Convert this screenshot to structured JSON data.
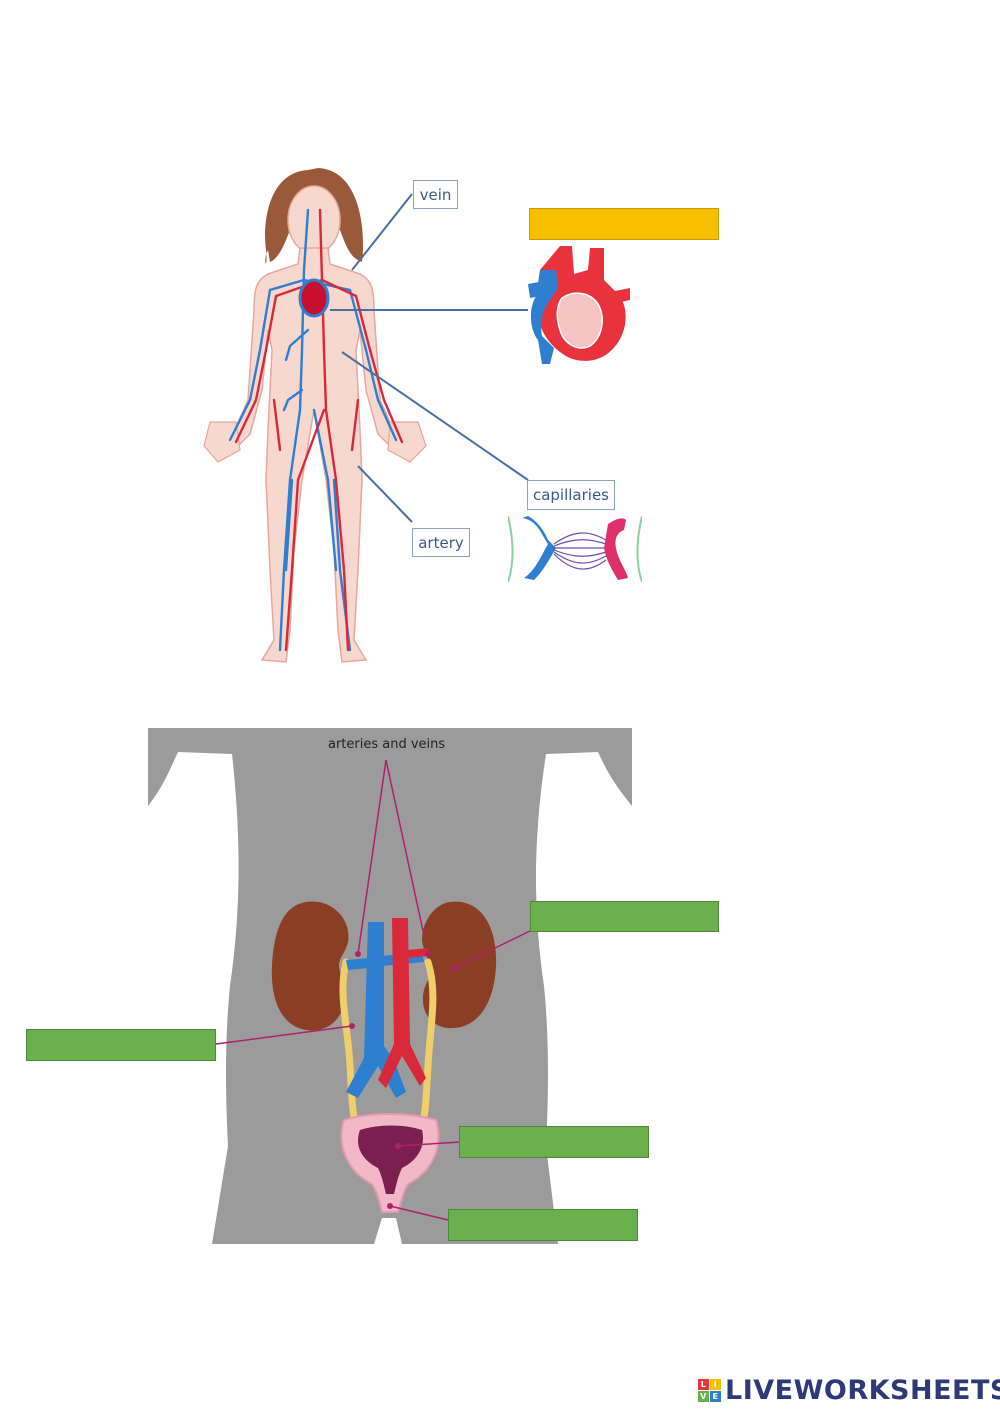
{
  "circulatory": {
    "labels": {
      "vein": "vein",
      "capillaries": "capillaries",
      "artery": "artery"
    },
    "answer_box_color": "#f6c000"
  },
  "urinary": {
    "caption": "arteries and veins",
    "answer_box_color": "#6ab04c"
  },
  "brand": {
    "logo_text": "LIVEWORKSHEETS",
    "logo_letters": [
      "L",
      "I",
      "V",
      "E"
    ]
  },
  "colors": {
    "artery_red": "#d8283a",
    "vein_blue": "#2f7fd1",
    "body_gray": "#9b9b9b",
    "kidney_brown": "#8b3e23",
    "ureter_yellow": "#f0cf6a"
  }
}
